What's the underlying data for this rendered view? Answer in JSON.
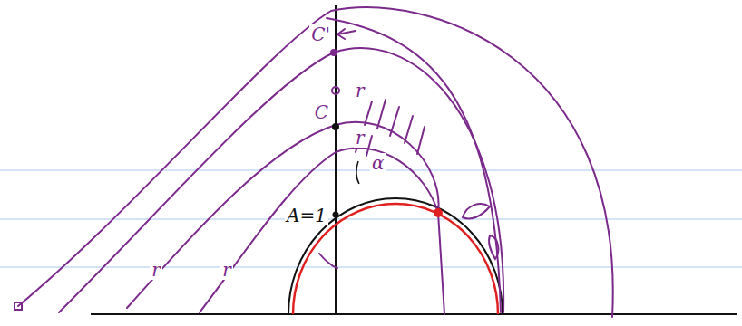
{
  "diagram": {
    "labels": [
      "C'",
      "r",
      "C",
      "r",
      "α",
      "A=1",
      "r",
      "r"
    ]
  }
}
